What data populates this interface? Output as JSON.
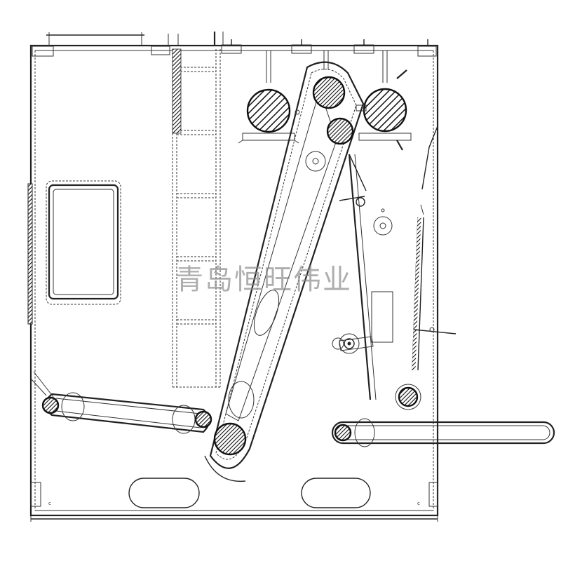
{
  "watermark": "青岛恒旺伟业",
  "corner_marks": [
    "c",
    "c"
  ],
  "colors": {
    "line": "#222222",
    "background": "#ffffff",
    "watermark": "#8c8c8c"
  }
}
